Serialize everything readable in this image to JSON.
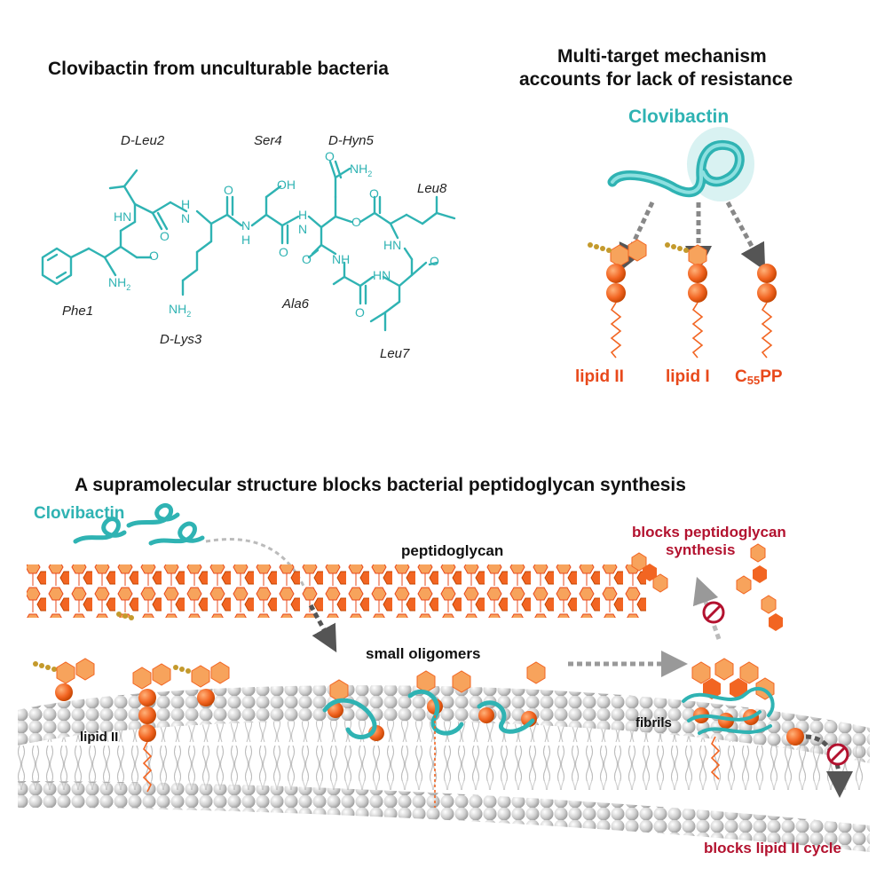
{
  "top_left": {
    "title": "Clovibactin from unculturable bacteria",
    "residues": {
      "d_leu2": "D-Leu2",
      "ser4": "Ser4",
      "d_hyn5": "D-Hyn5",
      "leu8": "Leu8",
      "phe1": "Phe1",
      "d_lys3": "D-Lys3",
      "ala6": "Ala6",
      "leu7": "Leu7"
    },
    "atoms": {
      "nh": "NH",
      "hn": "HN",
      "h_n": "H",
      "n": "N",
      "o": "O",
      "oh": "OH",
      "nh2": "NH",
      "sub2": "2"
    }
  },
  "top_right": {
    "title_line1": "Multi-target mechanism",
    "title_line2": "accounts for lack of resistance",
    "molecule": "Clovibactin",
    "targets": [
      "lipid II",
      "lipid I",
      "C55PP"
    ],
    "c55pp_parts": {
      "c": "C",
      "sub": "55",
      "rest": "PP"
    }
  },
  "bottom": {
    "title": "A supramolecular structure blocks bacterial peptidoglycan synthesis",
    "clovibactin": "Clovibactin",
    "peptidoglycan": "peptidoglycan",
    "blocks_pg_line1": "blocks peptidoglycan",
    "blocks_pg_line2": "synthesis",
    "small_oligomers": "small oligomers",
    "lipid_ii": "lipid II",
    "fibrils": "fibrils",
    "blocks_cycle": "blocks lipid II cycle"
  },
  "colors": {
    "teal": "#2fb3b3",
    "orange": "#f26522",
    "light_orange": "#f7a35c",
    "crimson": "#b3122f",
    "membrane_grey": "#c8c8c8"
  }
}
